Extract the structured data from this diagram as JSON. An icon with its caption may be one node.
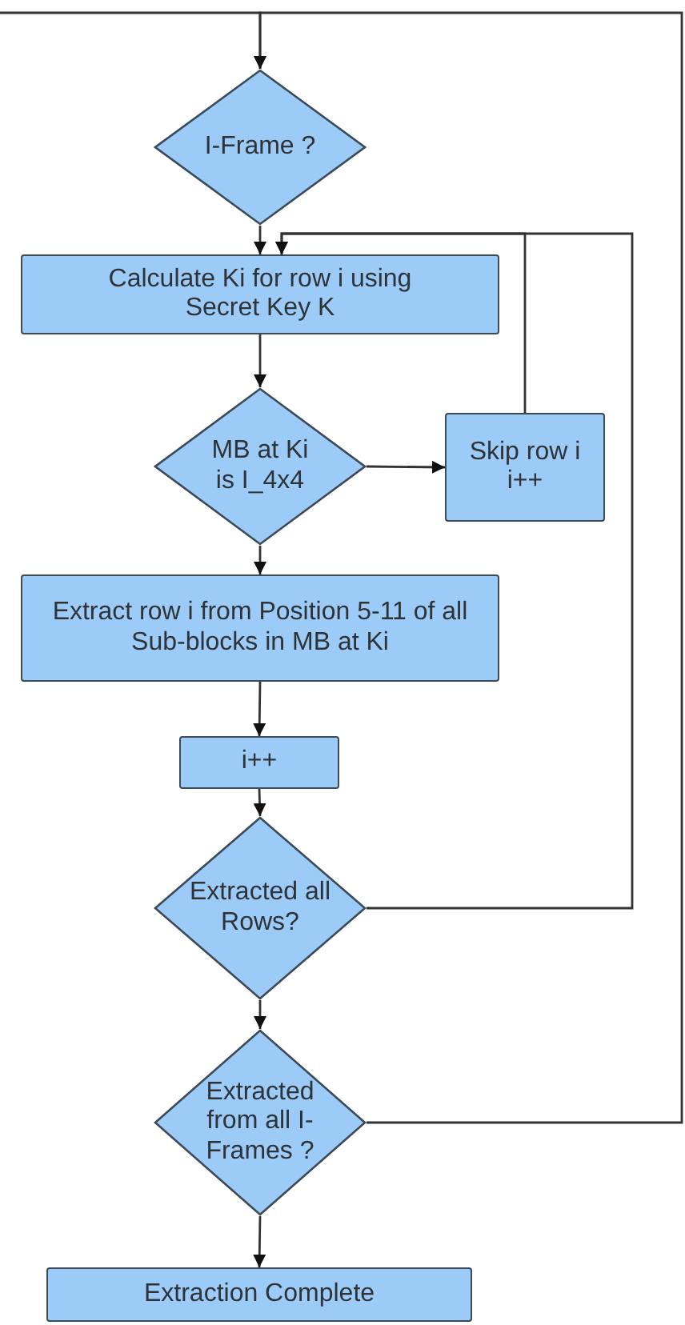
{
  "diagram": {
    "nodes": [
      {
        "text": [
          "I-Frame ?"
        ]
      },
      {
        "text": [
          "Calculate Ki for row i using Secret Key K"
        ]
      },
      {
        "text": [
          "MB at Ki is I_4x4"
        ]
      },
      {
        "text": [
          "Skip row i i++"
        ]
      },
      {
        "text": [
          "Extract row i from Position 5-11 of all Sub-blocks in MB at Ki"
        ]
      },
      {
        "text": [
          "i++"
        ]
      },
      {
        "text": [
          "Extracted all Rows?"
        ]
      },
      {
        "text": [
          "Extracted from all I-Frames ?"
        ]
      },
      {
        "text": [
          "Extraction Complete"
        ]
      }
    ],
    "edges": [
      {
        "from": null,
        "to": 0,
        "arrow": "to"
      },
      {
        "from": 0,
        "to": 1,
        "arrow": "to"
      },
      {
        "from": 1,
        "to": 2,
        "arrow": "to"
      },
      {
        "from": 2,
        "to": 3,
        "arrow": "to"
      },
      {
        "from": 3,
        "to": 1,
        "arrow": "to"
      },
      {
        "from": 2,
        "to": 4,
        "arrow": "to"
      },
      {
        "from": 4,
        "to": 5,
        "arrow": "to"
      },
      {
        "from": 5,
        "to": 6,
        "arrow": "to"
      },
      {
        "from": 6,
        "to": 1,
        "arrow": "to"
      },
      {
        "from": 6,
        "to": 7,
        "arrow": "to"
      },
      {
        "from": 7,
        "to": 0,
        "arrow": "to"
      },
      {
        "from": 7,
        "to": 8,
        "arrow": "to"
      }
    ]
  }
}
